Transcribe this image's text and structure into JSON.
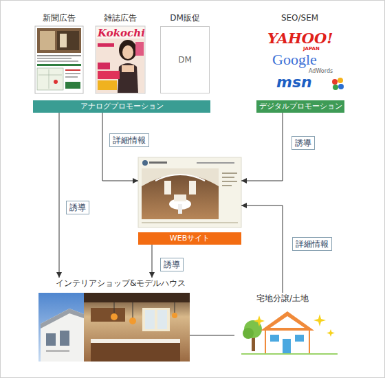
{
  "diagram": {
    "nodes": [
      {
        "text": [
          "新聞広告"
        ]
      },
      {
        "text": [
          "雑誌広告"
        ]
      },
      {
        "text": [
          "DM販促",
          "DM"
        ]
      },
      {
        "text": [
          "アナログプロモーション"
        ]
      },
      {
        "text": [
          "SEO/SEM"
        ]
      },
      {
        "text": [
          "デジタルプロモーション"
        ]
      },
      {
        "text": [
          "WEBサイト"
        ]
      },
      {
        "text": [
          "インテリアショップ&モデルハウス"
        ]
      },
      {
        "text": [
          "宅地分譲/土地"
        ]
      }
    ],
    "edges": [
      {
        "from": 3,
        "to": 6,
        "label": "詳細情報",
        "arrow": "to"
      },
      {
        "from": 3,
        "to": 7,
        "label": "誘導",
        "arrow": "to"
      },
      {
        "from": 5,
        "to": 6,
        "label": "誘導",
        "arrow": "to"
      },
      {
        "from": 6,
        "to": 7,
        "label": "誘導",
        "arrow": "to"
      },
      {
        "from": 8,
        "to": 6,
        "label": "詳細情報",
        "arrow": "to"
      },
      {
        "from": 7,
        "to": 8,
        "arrow": "none"
      }
    ],
    "labels": [
      "Kokochi",
      "YAHOO!",
      "JAPAN",
      "Google",
      "AdWords",
      "msn"
    ]
  }
}
